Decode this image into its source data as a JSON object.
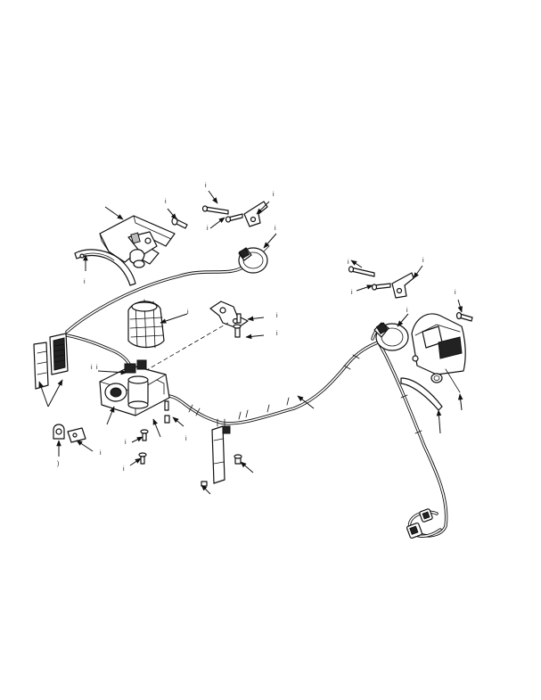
{
  "diagram": {
    "callout_marks": {
      "c01": "i",
      "c02": "i",
      "c03": "i",
      "c04": "i",
      "c05": "i",
      "c06": "i",
      "c07": "i",
      "c08": "i",
      "c09": "i",
      "c10": "i",
      "c11": "i",
      "c12": "i",
      "c13": "i",
      "c14": "i",
      "c15": "i",
      "c16": "i",
      "c17": "i",
      "c18": "i",
      "c19": ")",
      "c20": "i",
      "c21": "i"
    },
    "colors": {
      "ink": "#111111",
      "background": "#ffffff"
    }
  }
}
